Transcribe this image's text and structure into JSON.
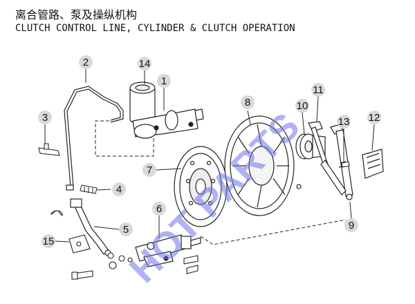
{
  "header": {
    "title_zh": "离合管路、泵及操纵机构",
    "title_en": "CLUTCH CONTROL LINE, CYLINDER & CLUTCH OPERATION"
  },
  "watermark": {
    "text": "HOT PARTS",
    "color": "#6f76e6"
  },
  "callouts": [
    "1",
    "2",
    "3",
    "4",
    "5",
    "6",
    "7",
    "8",
    "9",
    "10",
    "11",
    "12",
    "13",
    "14",
    "15"
  ],
  "colors": {
    "balloon_fill": "#d9d9d9",
    "line": "#222222"
  }
}
